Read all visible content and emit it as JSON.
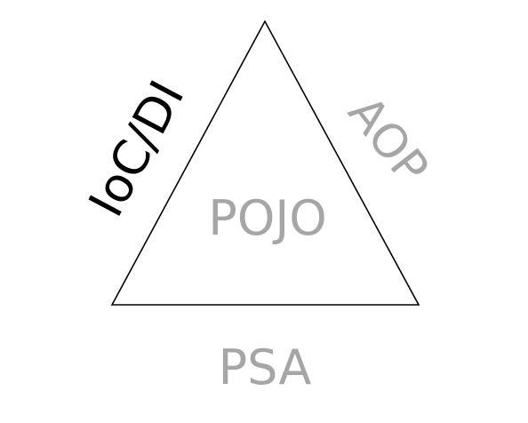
{
  "diagram": {
    "center_label": "POJO",
    "left_label": "IoC/DI",
    "right_label": "AOP",
    "bottom_label": "PSA",
    "colors": {
      "background": "#ffffff",
      "outline": "#000000",
      "left_label": "#000000",
      "muted_label": "#a6a6a6"
    }
  }
}
